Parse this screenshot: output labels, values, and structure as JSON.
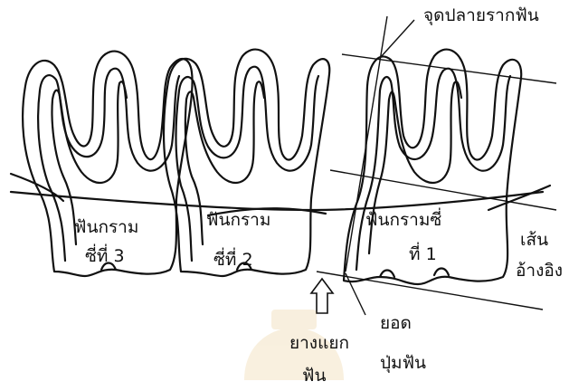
{
  "figure": {
    "labels": {
      "root_apex": "จุดปลายรากฟัน",
      "molar_3_line1": "ฟันกราม",
      "molar_3_line2": "ซี่ที่ 3",
      "molar_2_line1": "ฟันกราม",
      "molar_2_line2": "ซี่ที่ 2",
      "molar_1_line1": "ฟันกรามซี่",
      "molar_1_line2": "ที่ 1",
      "reference_line_1": "เส้น",
      "reference_line_2": "อ้างอิง",
      "cusp_tip_1": "ยอด",
      "cusp_tip_2": "ปุ่มฟัน",
      "rubber_dam_1": "ยางแยก",
      "rubber_dam_2": "ฟัน"
    },
    "icons": {
      "arrow": "up-arrow-icon",
      "watermark": "university-seal-icon"
    },
    "colors": {
      "ink": "#111111",
      "watermark": "#d9a23a"
    }
  }
}
